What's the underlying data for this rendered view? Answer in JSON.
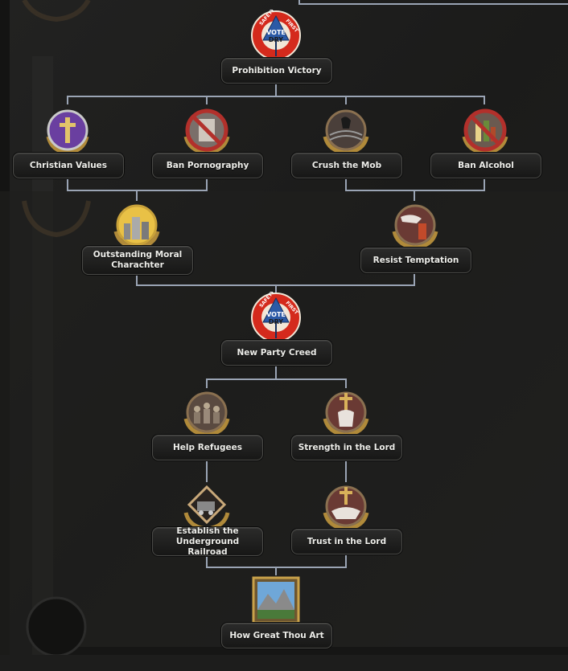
{
  "focus_tree": {
    "nodes": [
      {
        "id": "prohibition-victory",
        "label": "Prohibition Victory",
        "icon": "vote-dry-badge-icon"
      },
      {
        "id": "christian-values",
        "label": "Christian Values",
        "icon": "crucifix-wreath-icon"
      },
      {
        "id": "ban-pornography",
        "label": "Ban Pornography",
        "icon": "ban-sign-icon"
      },
      {
        "id": "crush-the-mob",
        "label": "Crush the Mob",
        "icon": "barbed-wire-crow-icon"
      },
      {
        "id": "ban-alcohol",
        "label": "Ban Alcohol",
        "icon": "ban-bottles-icon"
      },
      {
        "id": "outstanding-moral-character",
        "label_lines": [
          "Outstanding Moral",
          "Charachter"
        ],
        "icon": "sunrise-city-icon"
      },
      {
        "id": "resist-temptation",
        "label": "Resist Temptation",
        "icon": "hand-refusing-bottle-icon"
      },
      {
        "id": "new-party-creed",
        "label": "New Party Creed",
        "icon": "vote-dry-badge-icon"
      },
      {
        "id": "help-refugees",
        "label": "Help Refugees",
        "icon": "crowd-of-people-icon"
      },
      {
        "id": "strength-in-the-lord",
        "label": "Strength in the Lord",
        "icon": "fist-crucifix-icon"
      },
      {
        "id": "establish-underground-railroad",
        "label_lines": [
          "Establish the",
          "Underground Railroad"
        ],
        "icon": "locomotive-icon"
      },
      {
        "id": "trust-in-the-lord",
        "label": "Trust in the Lord",
        "icon": "handshake-crucifix-icon"
      },
      {
        "id": "how-great-thou-art",
        "label": "How Great Thou Art",
        "icon": "mountain-landscape-icon"
      }
    ],
    "badge": {
      "top": "SAFETY",
      "right": "FIRST",
      "vote": "VOTE",
      "dry": "DRY"
    }
  },
  "colors": {
    "connector": "#9aa4b4",
    "label_bg": "#1c1c1b",
    "label_text": "#eeeeea",
    "badge_red": "#d42a1c",
    "badge_blue": "#2c5aa6"
  }
}
